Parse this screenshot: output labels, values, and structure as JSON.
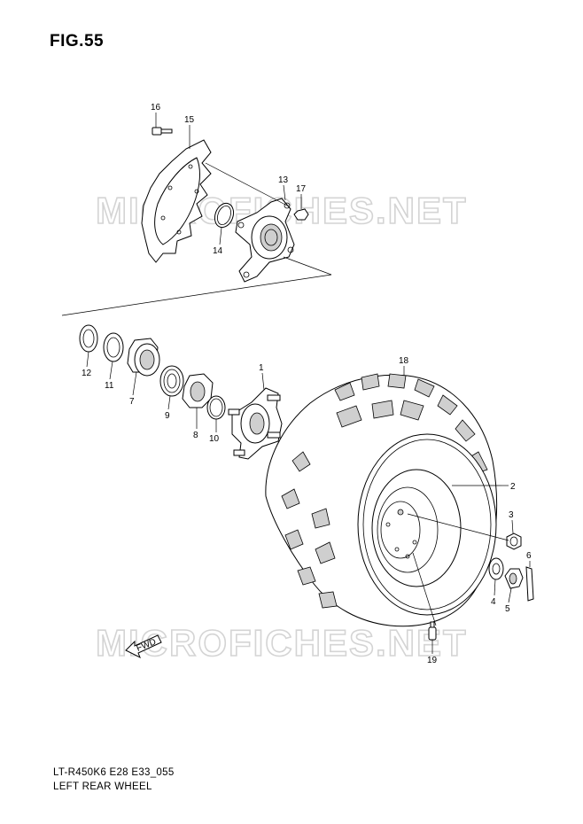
{
  "figure": {
    "title": "FIG.55"
  },
  "footer": {
    "model_code": "LT-R450K6 E28 E33_055",
    "caption": "LEFT REAR WHEEL"
  },
  "watermark": {
    "text": "MICROFICHES.NET"
  },
  "fwd_arrow": {
    "label": "FWD"
  },
  "callouts": [
    "16",
    "15",
    "13",
    "17",
    "14",
    "12",
    "11",
    "7",
    "9",
    "8",
    "10",
    "1",
    "18",
    "2",
    "3",
    "6",
    "4",
    "5",
    "19"
  ]
}
